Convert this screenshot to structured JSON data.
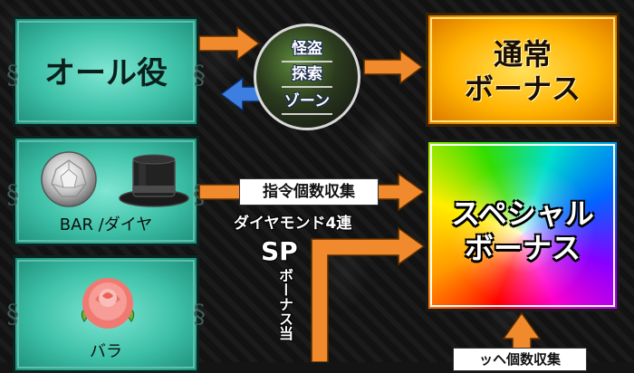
{
  "panels": {
    "all_roles": "オール役",
    "bar_diamond": "BAR /ダイヤ",
    "rose": "バラ"
  },
  "phantom_zone": {
    "lines": [
      "怪盗",
      "探索",
      "ゾーン"
    ]
  },
  "regular_bonus": {
    "lines": [
      "通常",
      "ボーナス"
    ]
  },
  "special_bonus": {
    "lines": [
      "スペシャル",
      "ボーナス"
    ]
  },
  "labels": {
    "order_collect": "指令個数収集",
    "diamond_4": "ダイヤモンド4連",
    "sp_head": "SP",
    "sp_vertical": "ボーナス当",
    "bottom_tag": "ッヘ個数収集"
  },
  "colors": {
    "arrow_orange": "#f08a2c",
    "arrow_blue": "#3d7fe0"
  },
  "icons": [
    "diamond-icon",
    "top-hat-icon",
    "rose-icon"
  ]
}
